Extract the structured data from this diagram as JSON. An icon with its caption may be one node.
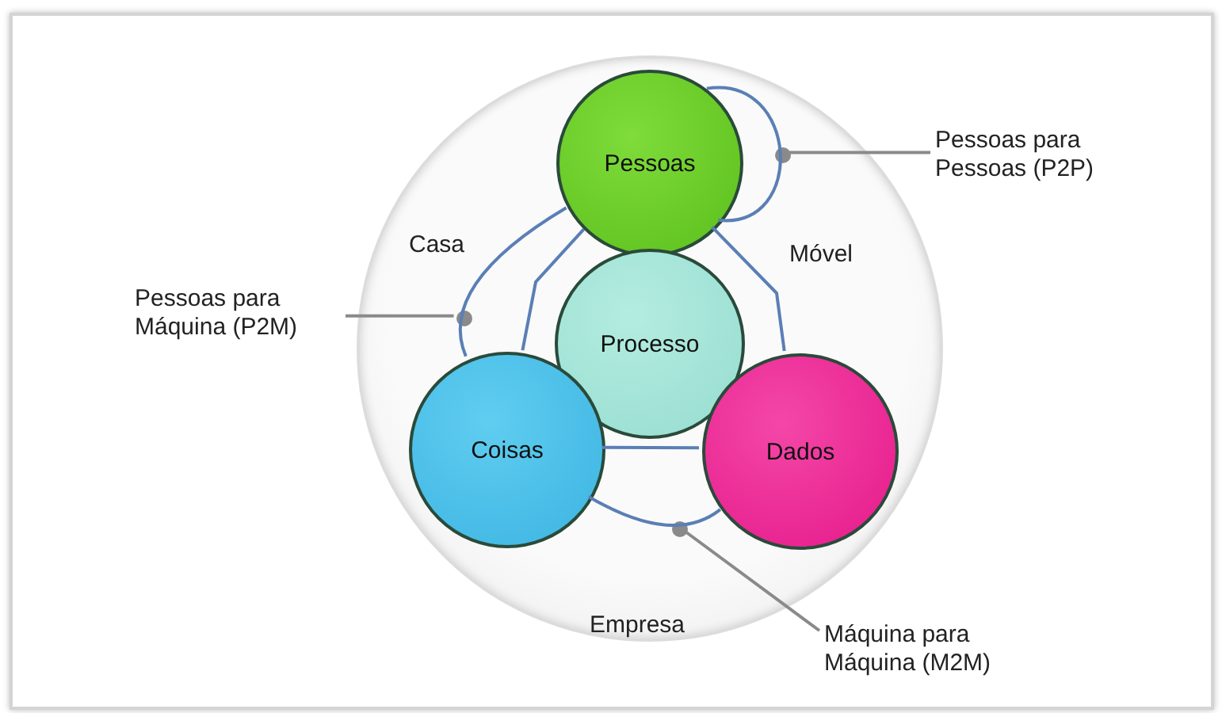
{
  "diagram": {
    "nodes": [
      {
        "text": [],
        "shape": "circle"
      },
      {
        "text": [
          "Pessoas"
        ],
        "in": 0
      },
      {
        "text": [
          "Processo"
        ],
        "in": 0
      },
      {
        "text": [
          "Coisas"
        ],
        "in": 0
      },
      {
        "text": [
          "Dados"
        ],
        "in": 0
      },
      {
        "text": [
          "Pessoas para Pessoas (P2P)"
        ]
      },
      {
        "text": [
          "Pessoas para Máquina (P2M)"
        ]
      },
      {
        "text": [
          "Máquina para Máquina (M2M)"
        ]
      },
      {
        "text": [],
        "shape": "circle",
        "in": 0
      },
      {
        "text": [],
        "shape": "circle",
        "in": 0
      },
      {
        "text": [],
        "shape": "circle",
        "in": 0
      }
    ],
    "edges": [
      {
        "from": 1,
        "to": 3,
        "arrow": "none"
      },
      {
        "from": 1,
        "to": 4,
        "arrow": "none"
      },
      {
        "from": 3,
        "to": 4,
        "arrow": "none"
      },
      {
        "from": 1,
        "to": 3,
        "arrow": "none"
      },
      {
        "from": 3,
        "to": 4,
        "arrow": "none"
      },
      {
        "from": 1,
        "to": 1,
        "arrow": "none"
      },
      {
        "from": 5,
        "to": 8,
        "arrow": "none",
        "color": "#8a8a8a"
      },
      {
        "from": 6,
        "to": 9,
        "arrow": "none",
        "color": "#8a8a8a"
      },
      {
        "from": 7,
        "to": 10,
        "arrow": "none",
        "color": "#8a8a8a"
      }
    ],
    "labels": [
      "Casa",
      "Móvel",
      "Empresa"
    ]
  }
}
